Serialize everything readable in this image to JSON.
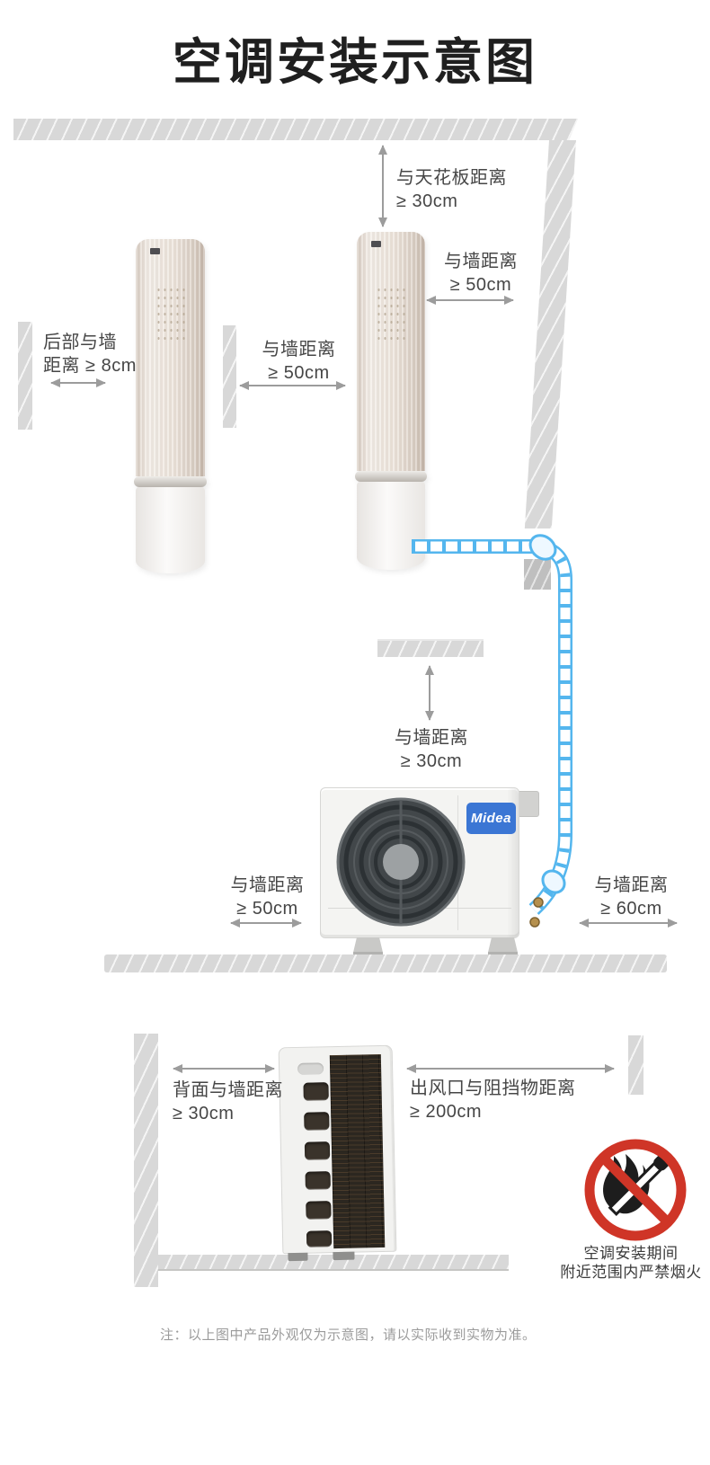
{
  "title": "空调安装示意图",
  "note": "注：以上图中产品外观仅为示意图，请以实际收到实物为准。",
  "brand": "Midea",
  "labels": {
    "ceiling": {
      "line1": "与天花板距离",
      "line2": "≥ 30cm"
    },
    "side_wall": {
      "line1": "与墙距离",
      "line2": "≥ 50cm"
    },
    "rear_wall": {
      "line1": "后部与墙",
      "line2": "距离 ≥ 8cm"
    },
    "between_units": {
      "line1": "与墙距离",
      "line2": "≥ 50cm"
    },
    "outdoor_top": {
      "line1": "与墙距离",
      "line2": "≥ 30cm"
    },
    "outdoor_left": {
      "line1": "与墙距离",
      "line2": "≥ 50cm"
    },
    "outdoor_right": {
      "line1": "与墙距离",
      "line2": "≥ 60cm"
    },
    "rear_clearance": {
      "line1": "背面与墙距离",
      "line2": "≥ 30cm"
    },
    "outlet_clearance": {
      "line1": "出风口与阻挡物距离",
      "line2": "≥ 200cm"
    },
    "fire_warning": {
      "line1": "空调安装期间",
      "line2": "附近范围内严禁烟火"
    }
  },
  "colors": {
    "wall": "#d8d8d8",
    "arrow": "#9c9c9c",
    "pipe_blue": "#54b6ee",
    "brand_blue": "#3b76d4",
    "warning_red": "#cf3527",
    "text": "#464646"
  }
}
